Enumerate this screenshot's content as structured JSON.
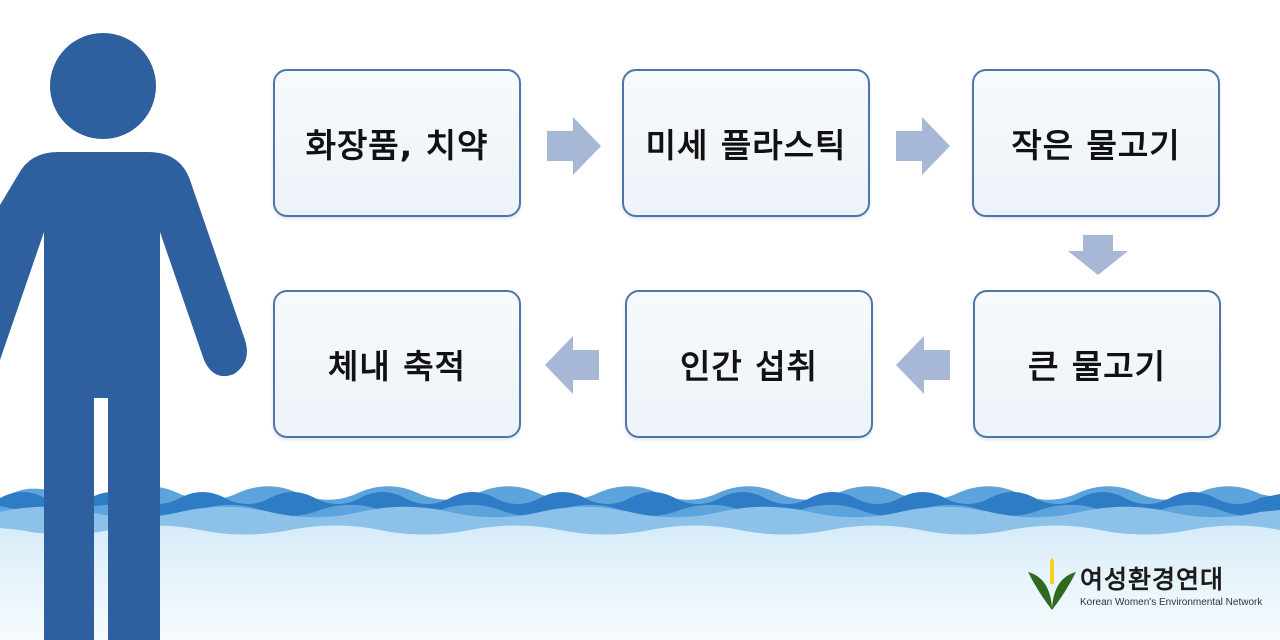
{
  "flow": {
    "steps": [
      "화장품, 치약",
      "미세 플라스틱",
      "작은 물고기",
      "큰 물고기",
      "인간 섭취",
      "체내 축적"
    ]
  },
  "logo": {
    "name": "여성환경연대",
    "subtitle": "Korean Women's Environmental Network"
  },
  "icons": [
    "person-silhouette-icon",
    "water-waves",
    "plant-sprout-icon"
  ],
  "colors": {
    "person": "#2e5f9e",
    "box_border": "#4f76a8",
    "box_fill": "#f2f6fb",
    "arrow": "#a7b7d6",
    "water_deep": "#2f7cc6",
    "water_light": "#bfe0f6",
    "logo_green": "#2e6b1e",
    "logo_yellow": "#f4d21a"
  }
}
